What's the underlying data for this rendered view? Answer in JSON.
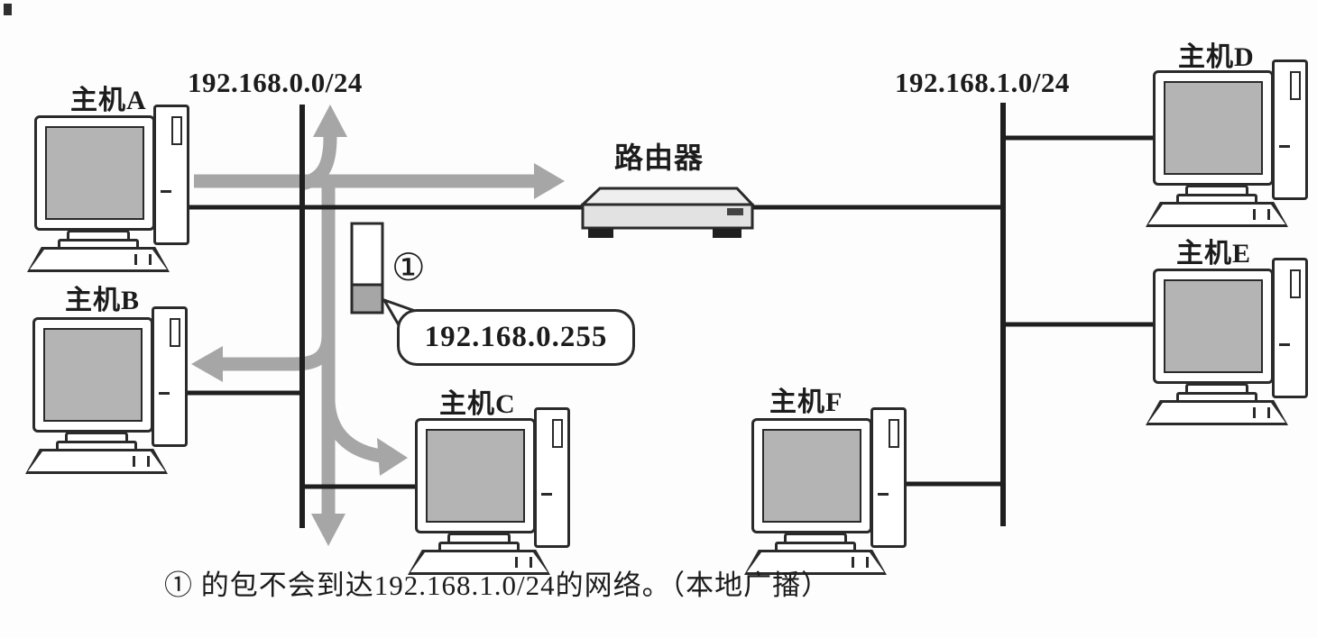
{
  "colors": {
    "line": "#1f1f1f",
    "broadcast_arrow": "#a6a6a6",
    "screen_fill": "#b4b4b4",
    "router_front": "#e2e2e2",
    "router_top": "#efefef"
  },
  "networks": {
    "net0": {
      "label": "192.168.0.0/24"
    },
    "net1": {
      "label": "192.168.1.0/24"
    }
  },
  "router": {
    "label": "路由器"
  },
  "hosts": {
    "a": {
      "label": "主机A"
    },
    "b": {
      "label": "主机B"
    },
    "c": {
      "label": "主机C"
    },
    "d": {
      "label": "主机D"
    },
    "e": {
      "label": "主机E"
    },
    "f": {
      "label": "主机F"
    }
  },
  "broadcast": {
    "marker": "①",
    "address": "192.168.0.255"
  },
  "caption": "① 的包不会到达192.168.1.0/24的网络。（本地广播）"
}
